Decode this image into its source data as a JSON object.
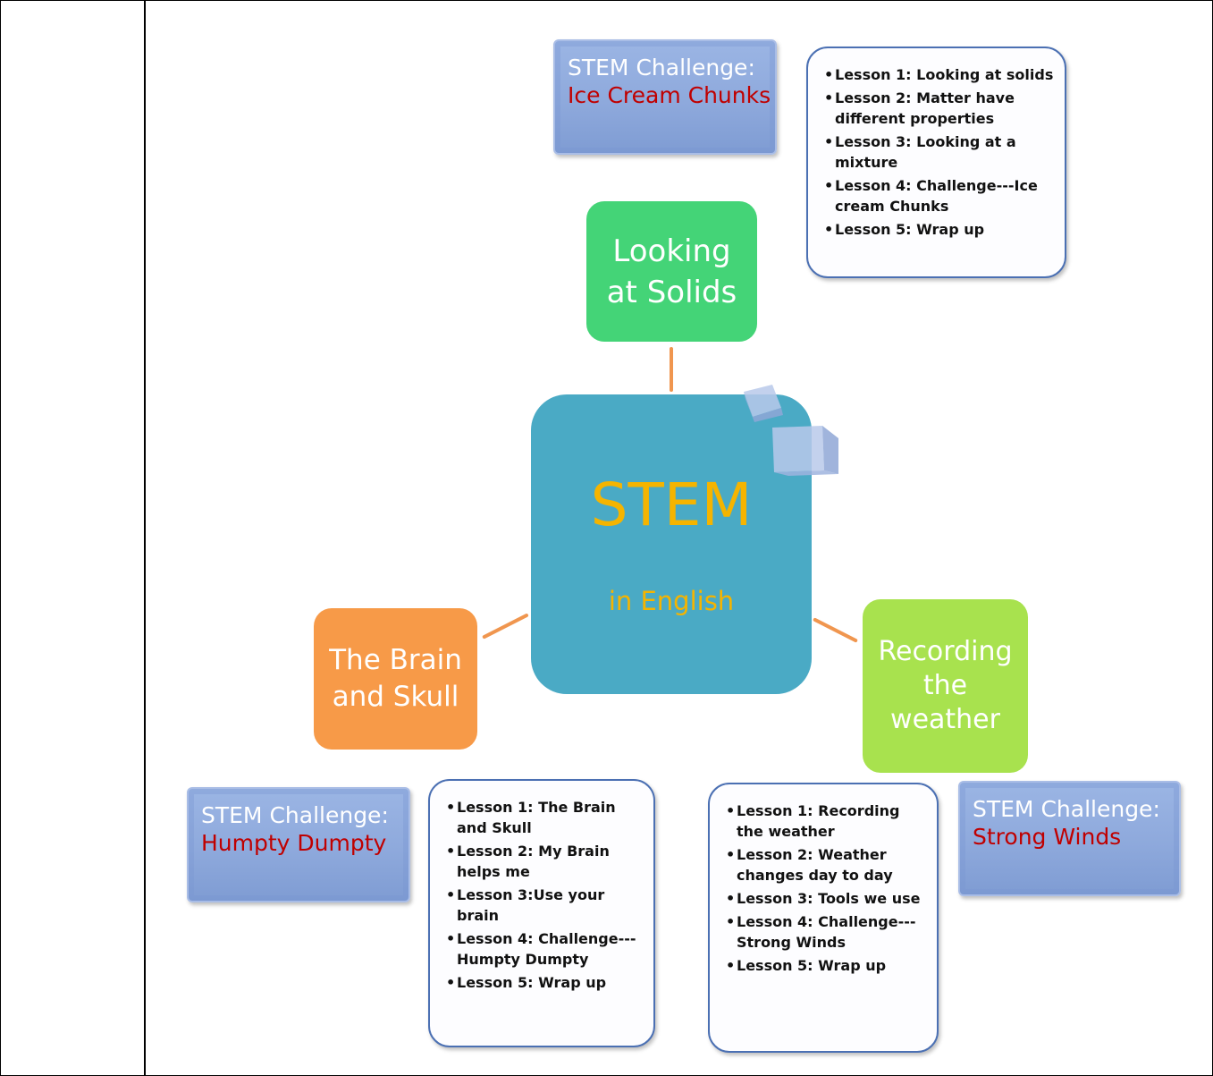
{
  "center": {
    "title": "STEM",
    "subtitle": "in English"
  },
  "topics": {
    "solids": "Looking at Solids",
    "brain": "The Brain and Skull",
    "weather": "Recording the weather"
  },
  "challenges": {
    "solids": {
      "title": "STEM Challenge:",
      "name": "Ice Cream Chunks"
    },
    "brain": {
      "title": "STEM Challenge:",
      "name": "Humpty Dumpty"
    },
    "weather": {
      "title": "STEM Challenge:",
      "name": "Strong Winds"
    }
  },
  "lessons": {
    "solids": [
      "Lesson 1: Looking at solids",
      "Lesson 2: Matter have different properties",
      "Lesson 3: Looking at a mixture",
      "Lesson 4: Challenge---Ice cream Chunks",
      "Lesson 5: Wrap up"
    ],
    "brain": [
      "Lesson 1: The Brain and Skull",
      "Lesson 2: My Brain helps me",
      "Lesson 3:Use your brain",
      "Lesson 4: Challenge---Humpty Dumpty",
      "Lesson 5: Wrap up"
    ],
    "weather": [
      "Lesson 1: Recording the weather",
      "Lesson 2: Weather changes day to day",
      "Lesson 3: Tools we use",
      "Lesson 4: Challenge---Strong Winds",
      "Lesson 5: Wrap up"
    ]
  },
  "colors": {
    "center": "#4aaac5",
    "center_text": "#f5b400",
    "solids": "#44d477",
    "brain": "#f79a48",
    "weather": "#a8e24e",
    "challenge_name": "#c00000",
    "connector": "#f0964f"
  }
}
